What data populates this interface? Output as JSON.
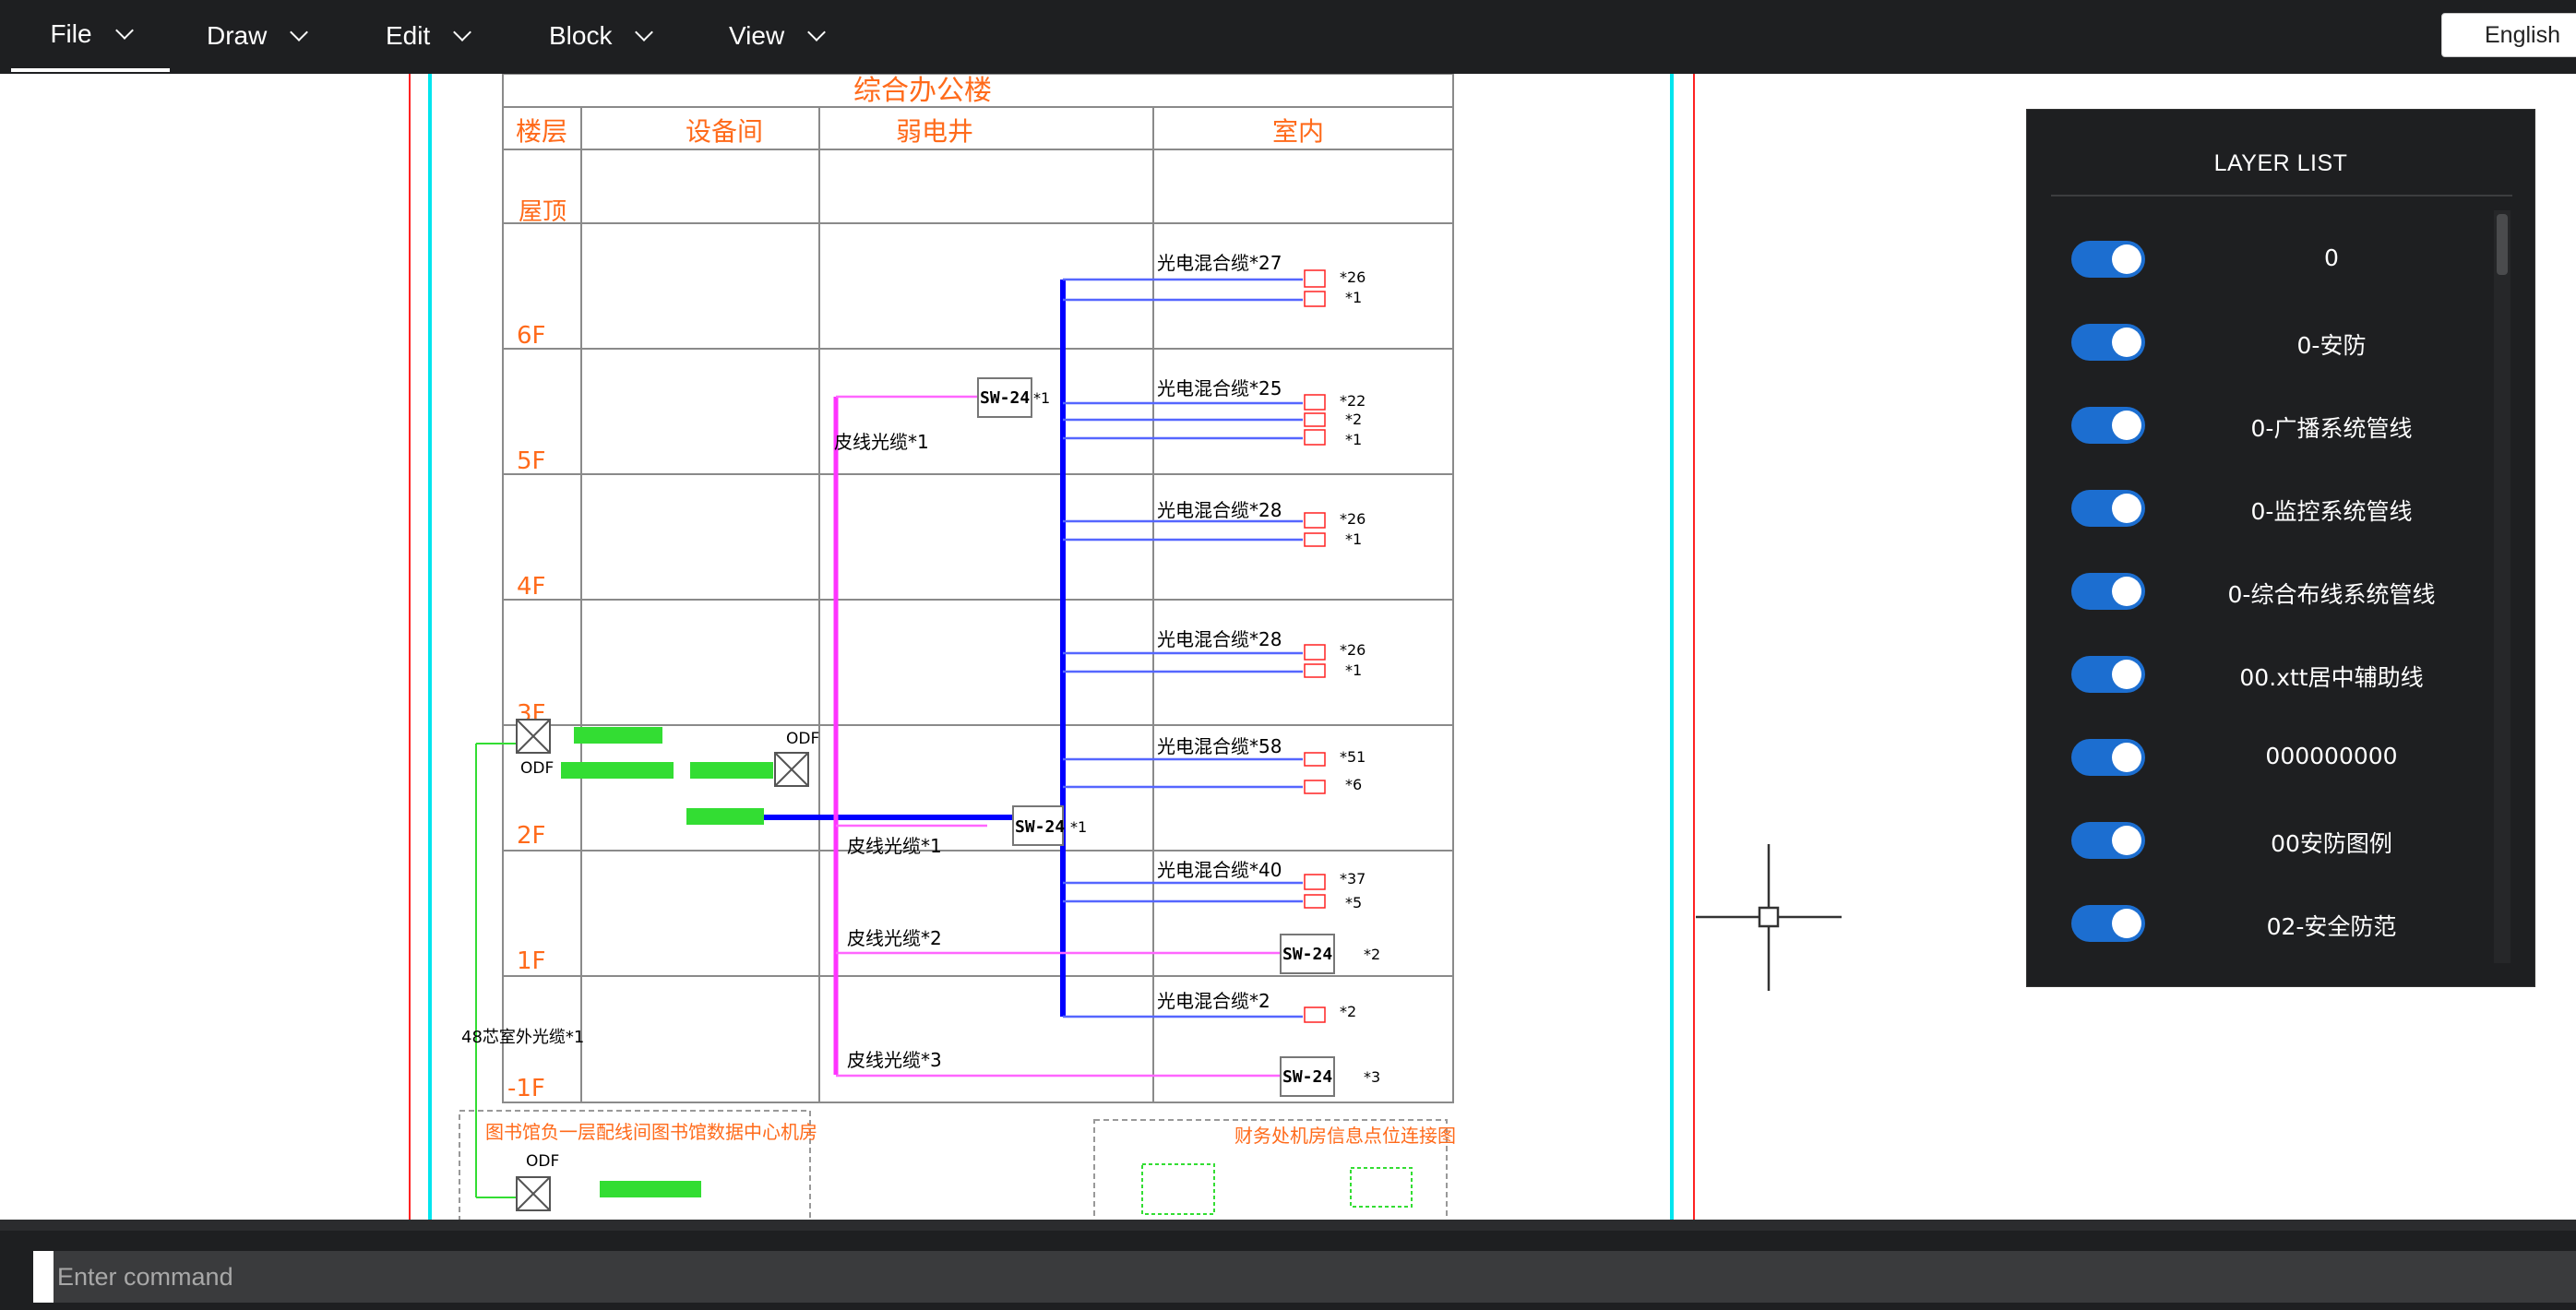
{
  "menu": {
    "file": "File",
    "draw": "Draw",
    "edit": "Edit",
    "block": "Block",
    "view": "View",
    "language": "English"
  },
  "drawing": {
    "title": "综合办公楼",
    "headers": [
      "楼层",
      "设备间",
      "弱电井",
      "室内"
    ],
    "floors": [
      "屋顶",
      "6F",
      "5F",
      "4F",
      "3F",
      "2F",
      "1F",
      "-1F"
    ],
    "rooftop_label": "屋顶",
    "cables": [
      {
        "label": "光电混合缆*27",
        "counts": [
          "*26",
          "*1"
        ]
      },
      {
        "label": "光电混合缆*25",
        "counts": [
          "*22",
          "*2",
          "*1"
        ]
      },
      {
        "label": "光电混合缆*28",
        "counts": [
          "*26",
          "*1"
        ]
      },
      {
        "label": "光电混合缆*28",
        "counts": [
          "*26",
          "*1"
        ]
      },
      {
        "label": "光电混合缆*58",
        "counts": [
          "*51",
          "*6"
        ]
      },
      {
        "label": "光电混合缆*40",
        "counts": [
          "*37",
          "*5"
        ]
      },
      {
        "label": "光电混合缆*2",
        "counts": [
          "*2"
        ]
      }
    ],
    "switches": [
      {
        "label": "SW-24",
        "count": "*1"
      },
      {
        "label": "SW-24",
        "count": "*1"
      },
      {
        "label": "SW-24",
        "count": "*2"
      },
      {
        "label": "SW-24",
        "count": "*3"
      }
    ],
    "leather_cables": [
      "皮线光缆*1",
      "皮线光缆*1",
      "皮线光缆*2",
      "皮线光缆*3"
    ],
    "odf_labels": [
      "ODF",
      "ODF",
      "ODF"
    ],
    "outdoor_cable": "48芯室外光缆*1",
    "lower_labels": [
      "图书馆负一层配线间",
      "图书馆数据中心机房",
      "财务处机房信息点位连接图"
    ]
  },
  "layers": {
    "title": "LAYER LIST",
    "items": [
      {
        "name": "0",
        "on": true
      },
      {
        "name": "0-安防",
        "on": true
      },
      {
        "name": "0-广播系统管线",
        "on": true
      },
      {
        "name": "0-监控系统管线",
        "on": true
      },
      {
        "name": "0-综合布线系统管线",
        "on": true
      },
      {
        "name": "00.xtt居中辅助线",
        "on": true
      },
      {
        "name": "000000000",
        "on": true
      },
      {
        "name": "00安防图例",
        "on": true
      },
      {
        "name": "02-安全防范",
        "on": true
      }
    ]
  },
  "command": {
    "placeholder": "Enter command"
  },
  "colors": {
    "menubar": "#1e1f21",
    "toggle_on": "#1c6ed0",
    "cad_orange": "#ff6a1a",
    "cad_magenta": "#ff33ff",
    "cad_blue": "#0000ff",
    "cad_green": "#33dd33",
    "cad_red": "#ff2222",
    "cad_cyan": "#00e5ee"
  }
}
